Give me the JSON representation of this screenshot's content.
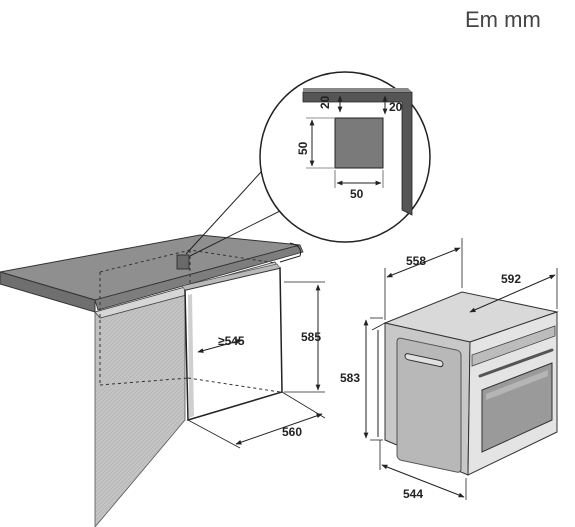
{
  "unit_label": "Em mm",
  "detail": {
    "gap_left": "20",
    "gap_right": "20",
    "vent_height": "50",
    "vent_width": "50"
  },
  "niche": {
    "depth": "≥545",
    "height": "585",
    "width": "560"
  },
  "oven": {
    "depth": "558",
    "width_top": "592",
    "height": "583",
    "width_bottom": "544"
  },
  "colors": {
    "countertop": "#8c8c8c",
    "cabinet": "#bdbdbd",
    "oven_panel": "#cfcfcf",
    "oven_window": "#9a9a9a",
    "vent": "#777777"
  }
}
